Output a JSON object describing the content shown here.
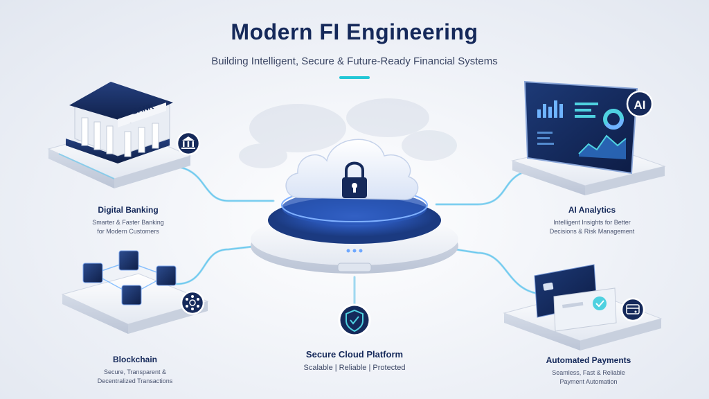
{
  "header": {
    "title": "Modern FI Engineering",
    "subtitle": "Building Intelligent, Secure & Future-Ready Financial Systems"
  },
  "features": {
    "digital_banking": {
      "title": "Digital Banking",
      "desc_line1": "Smarter & Faster Banking",
      "desc_line2": "for Modern Customers",
      "sign_text": "BANK"
    },
    "ai_analytics": {
      "title": "AI Analytics",
      "desc_line1": "Intelligent Insights for Better",
      "desc_line2": "Decisions & Risk Management",
      "badge_text": "AI"
    },
    "blockchain": {
      "title": "Blockchain",
      "desc_line1": "Secure, Transparent &",
      "desc_line2": "Decentralized Transactions"
    },
    "automated_payments": {
      "title": "Automated Payments",
      "desc_line1": "Seamless, Fast & Reliable",
      "desc_line2": "Payment Automation"
    },
    "secure_cloud": {
      "title": "Secure Cloud Platform",
      "desc": "Scalable | Reliable | Protected"
    }
  },
  "colors": {
    "navy": "#15295a",
    "accent_cyan": "#22c7d6",
    "glow_blue": "#3e7bff"
  }
}
